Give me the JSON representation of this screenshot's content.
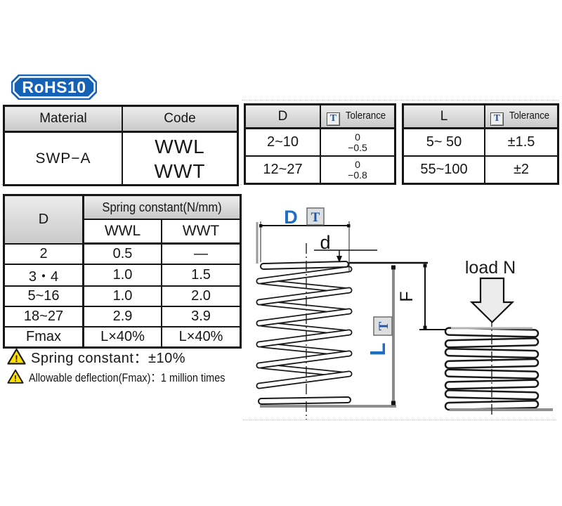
{
  "colors": {
    "accent_blue": "#1b6ec2",
    "badge_blue": "#1561b5",
    "t_icon_blue": "#1d55a8",
    "warning_yellow": "#ffdf00",
    "header_gray": "#d6d6d6"
  },
  "badge": {
    "label": "RoHS10"
  },
  "material_table": {
    "material_header": "Material",
    "code_header": "Code",
    "material": "SWP−A",
    "code_line1": "WWL",
    "code_line2": "WWT"
  },
  "d_tolerance_table": {
    "dim_header": "D",
    "t_icon": "T",
    "tolerance_header": "Tolerance",
    "rows": [
      {
        "range": "2~10",
        "upper": "0",
        "lower": "−0.5"
      },
      {
        "range": "12~27",
        "upper": "0",
        "lower": "−0.8"
      }
    ]
  },
  "l_tolerance_table": {
    "dim_header": "L",
    "t_icon": "T",
    "tolerance_header": "Tolerance",
    "rows": [
      {
        "range": "5~ 50",
        "tolerance": "±1.5"
      },
      {
        "range": "55~100",
        "tolerance": "±2"
      }
    ]
  },
  "spring_constant_table": {
    "dim_header": "D",
    "group_header": "Spring constant(N/mm)",
    "col1": "WWL",
    "col2": "WWT",
    "rows": [
      {
        "d": "2",
        "wwl": "0.5",
        "wwt": "—"
      },
      {
        "d": "3・4",
        "wwl": "1.0",
        "wwt": "1.5"
      },
      {
        "d": "5~16",
        "wwl": "1.0",
        "wwt": "2.0"
      },
      {
        "d": "18~27",
        "wwl": "2.9",
        "wwt": "3.9"
      },
      {
        "d": "Fmax",
        "wwl": "L×40%",
        "wwt": "L×40%"
      }
    ]
  },
  "notes": [
    {
      "icon": "warning-triangle-icon",
      "text": "Spring constant：±10%"
    },
    {
      "icon": "warning-triangle-icon",
      "text": "Allowable deflection(Fmax)：1 million times"
    }
  ],
  "diagram": {
    "outer_diameter_label": "D",
    "tolerance_icon": "T",
    "wire_diameter_label": "d",
    "free_length_label": "L",
    "deflection_label": "F",
    "load_label": "load N"
  }
}
